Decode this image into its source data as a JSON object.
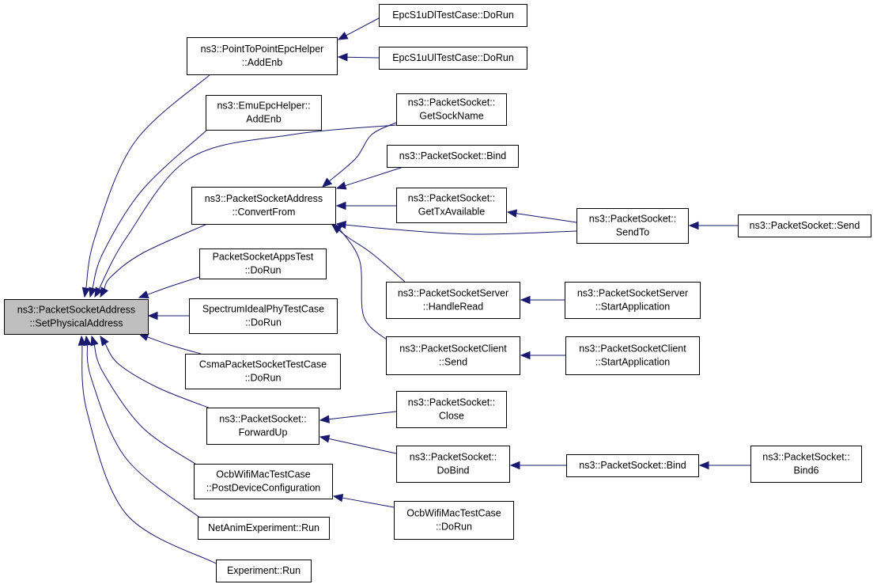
{
  "colors": {
    "edge": "#191970",
    "focus_fill": "#bfbfbf",
    "box_fill": "#ffffff",
    "box_stroke": "#000000"
  },
  "nodes": [
    {
      "id": "setphys",
      "focus": true,
      "lines": [
        "ns3::PacketSocketAddress",
        "::SetPhysicalAddress"
      ]
    },
    {
      "id": "p2p_addenb",
      "lines": [
        "ns3::PointToPointEpcHelper",
        "::AddEnb"
      ]
    },
    {
      "id": "epc_dl",
      "lines": [
        "EpcS1uDlTestCase::DoRun"
      ]
    },
    {
      "id": "epc_ul",
      "lines": [
        "EpcS1uUlTestCase::DoRun"
      ]
    },
    {
      "id": "emu_addenb",
      "lines": [
        "ns3::EmuEpcHelper::",
        "AddEnb"
      ]
    },
    {
      "id": "convertfrom",
      "lines": [
        "ns3::PacketSocketAddress",
        "::ConvertFrom"
      ]
    },
    {
      "id": "getsockname",
      "lines": [
        "ns3::PacketSocket::",
        "GetSockName"
      ]
    },
    {
      "id": "bind_a",
      "lines": [
        "ns3::PacketSocket::Bind"
      ]
    },
    {
      "id": "gettx",
      "lines": [
        "ns3::PacketSocket::",
        "GetTxAvailable"
      ]
    },
    {
      "id": "sendto",
      "lines": [
        "ns3::PacketSocket::",
        "SendTo"
      ]
    },
    {
      "id": "send",
      "lines": [
        "ns3::PacketSocket::Send"
      ]
    },
    {
      "id": "appstest",
      "lines": [
        "PacketSocketAppsTest",
        "::DoRun"
      ]
    },
    {
      "id": "spectrum",
      "lines": [
        "SpectrumIdealPhyTestCase",
        "::DoRun"
      ]
    },
    {
      "id": "handleread",
      "lines": [
        "ns3::PacketSocketServer",
        "::HandleRead"
      ]
    },
    {
      "id": "server_start",
      "lines": [
        "ns3::PacketSocketServer",
        "::StartApplication"
      ]
    },
    {
      "id": "csma",
      "lines": [
        "CsmaPacketSocketTestCase",
        "::DoRun"
      ]
    },
    {
      "id": "client_send",
      "lines": [
        "ns3::PacketSocketClient",
        "::Send"
      ]
    },
    {
      "id": "client_start",
      "lines": [
        "ns3::PacketSocketClient",
        "::StartApplication"
      ]
    },
    {
      "id": "forwardup",
      "lines": [
        "ns3::PacketSocket::",
        "ForwardUp"
      ]
    },
    {
      "id": "close",
      "lines": [
        "ns3::PacketSocket::",
        "Close"
      ]
    },
    {
      "id": "dobind",
      "lines": [
        "ns3::PacketSocket::",
        "DoBind"
      ]
    },
    {
      "id": "bind_b",
      "lines": [
        "ns3::PacketSocket::Bind"
      ]
    },
    {
      "id": "bind6",
      "lines": [
        "ns3::PacketSocket::",
        "Bind6"
      ]
    },
    {
      "id": "ocb_post",
      "lines": [
        "OcbWifiMacTestCase",
        "::PostDeviceConfiguration"
      ]
    },
    {
      "id": "ocb_dorun",
      "lines": [
        "OcbWifiMacTestCase",
        "::DoRun"
      ]
    },
    {
      "id": "netanim",
      "lines": [
        "NetAnimExperiment::Run"
      ]
    },
    {
      "id": "experiment",
      "lines": [
        "Experiment::Run"
      ]
    }
  ],
  "edges": [
    {
      "from": "p2p_addenb",
      "to": "setphys"
    },
    {
      "from": "emu_addenb",
      "to": "setphys"
    },
    {
      "from": "getsockname",
      "to": "setphys"
    },
    {
      "from": "convertfrom",
      "to": "setphys"
    },
    {
      "from": "appstest",
      "to": "setphys"
    },
    {
      "from": "spectrum",
      "to": "setphys"
    },
    {
      "from": "csma",
      "to": "setphys"
    },
    {
      "from": "forwardup",
      "to": "setphys"
    },
    {
      "from": "ocb_post",
      "to": "setphys"
    },
    {
      "from": "netanim",
      "to": "setphys"
    },
    {
      "from": "experiment",
      "to": "setphys"
    },
    {
      "from": "epc_dl",
      "to": "p2p_addenb"
    },
    {
      "from": "epc_ul",
      "to": "p2p_addenb"
    },
    {
      "from": "getsockname",
      "to": "convertfrom"
    },
    {
      "from": "bind_a",
      "to": "convertfrom"
    },
    {
      "from": "gettx",
      "to": "convertfrom"
    },
    {
      "from": "sendto",
      "to": "convertfrom"
    },
    {
      "from": "handleread",
      "to": "convertfrom"
    },
    {
      "from": "client_send",
      "to": "convertfrom"
    },
    {
      "from": "sendto",
      "to": "gettx"
    },
    {
      "from": "send",
      "to": "sendto"
    },
    {
      "from": "server_start",
      "to": "handleread"
    },
    {
      "from": "client_start",
      "to": "client_send"
    },
    {
      "from": "close",
      "to": "forwardup"
    },
    {
      "from": "dobind",
      "to": "forwardup"
    },
    {
      "from": "bind_b",
      "to": "dobind"
    },
    {
      "from": "bind6",
      "to": "bind_b"
    },
    {
      "from": "ocb_dorun",
      "to": "ocb_post"
    }
  ]
}
